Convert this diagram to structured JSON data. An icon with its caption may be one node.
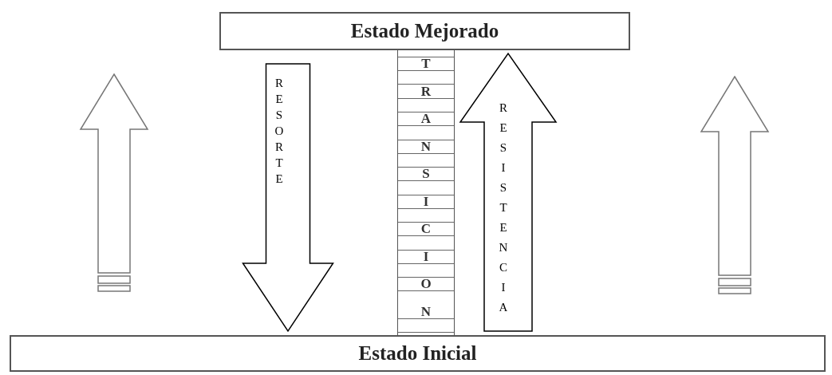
{
  "diagram": {
    "nodes": [
      {
        "text": [
          "Estado Mejorado"
        ]
      },
      {
        "text": [
          "Estado Inicial"
        ]
      },
      {
        "text": [
          "TRANSICION"
        ]
      }
    ],
    "edges": [
      {
        "from": 0,
        "to": 1,
        "arrow": "to",
        "label": "RESORTE"
      },
      {
        "from": 1,
        "to": 0,
        "arrow": "to",
        "label": "RESISTENCIA"
      }
    ]
  }
}
